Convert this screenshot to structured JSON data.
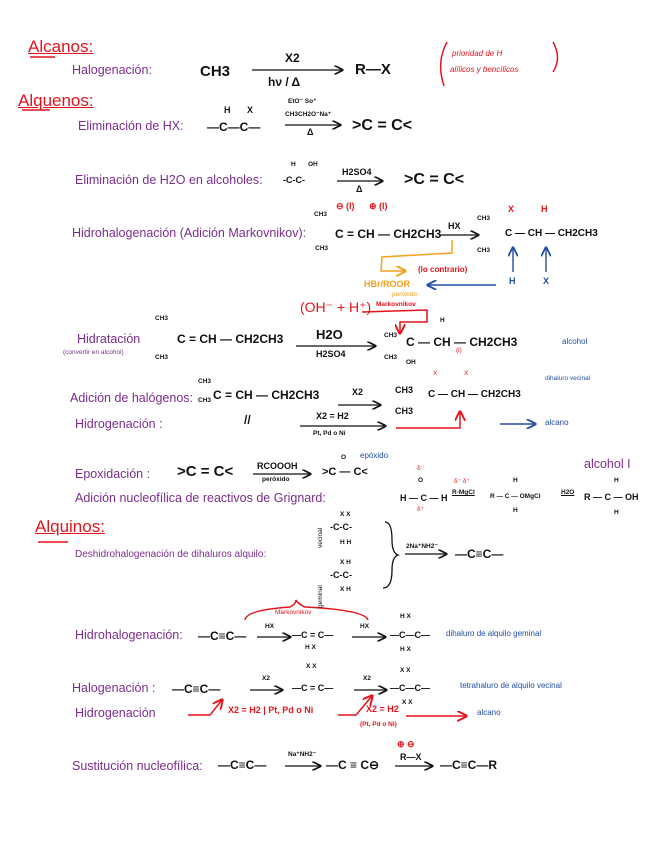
{
  "colors": {
    "heading": "#e3141c",
    "reaction_name": "#7b2d8e",
    "note": "#1f4fa3",
    "anti_markovnikov": "#f4a11e"
  },
  "alcanos": {
    "heading": "Alcanos:",
    "halogenacion": {
      "label": "Halogenación:",
      "reactant": "CH3",
      "reagent_top": "X2",
      "reagent_bottom": "hν / Δ",
      "product": "R—X",
      "note_line1": "prioridad de H",
      "note_line2": "alílicos y bencílicos"
    }
  },
  "alquenos": {
    "heading": "Alquenos:",
    "elim_hx": {
      "label": "Eliminación de HX:",
      "reactant": "—C—C—",
      "sub_h": "H",
      "sub_x": "X",
      "reagent_1": "EtO⁻ Sо⁺",
      "reagent_2": "CH3CH2O⁻Na⁺",
      "reagent_3": "Δ",
      "product": ">C = C<"
    },
    "elim_h2o": {
      "label": "Eliminación de H2O en alcoholes:",
      "reactant": "-C-C-",
      "sub_h": "H",
      "sub_oh": "OH",
      "reagent_top": "H2SO4",
      "reagent_bottom": "Δ",
      "product": ">C = C<"
    },
    "hidrohalogenacion": {
      "label": "Hidrohalogenación (Adición Markovnikov):",
      "ch3_top": "CH3",
      "ch3_bottom": "CH3",
      "reactant": "C = CH — CH2CH3",
      "charge_minus": "⊖ (l)",
      "charge_plus": "⊕ (l)",
      "reagent": "HX",
      "p_ch3_top": "CH3",
      "p_ch3_bottom": "CH3",
      "product": "C — CH — CH2CH3",
      "p_x": "X",
      "p_h": "H",
      "blue_h": "H",
      "blue_x": "X",
      "anti_reagent": "HBr/ROOR",
      "anti_sub": "peróxido",
      "anti_note": "(lo contrario)"
    },
    "hidratacion": {
      "label": "Hidratación",
      "sublabel": "(convertir en alcohol)",
      "acid_note": "(OH⁻ + H⁺)",
      "markov": "Markovnikov",
      "ch3_top": "CH3",
      "ch3_bottom": "CH3",
      "reactant": "C = CH — CH2CH3",
      "reagent_top": "H2O",
      "reagent_bottom": "H2SO4",
      "p_ch3_top": "CH3",
      "p_ch3_bottom": "CH3",
      "p_h": "H",
      "p_oh": "OH",
      "product": "C — CH — CH2CH3",
      "p_mark": "(l)",
      "note": "alcohol"
    },
    "adicion_halogenos": {
      "label": "Adición de halógenos:",
      "ch3_top": "CH3",
      "ch3_bottom": "CH3",
      "reactant": "C = CH — CH2CH3",
      "reagent": "X2",
      "p_ch3_top": "CH3",
      "p_ch3_bottom": "CH3",
      "product": "C — CH — CH2CH3",
      "p_x1": "X",
      "p_x2": "X",
      "note": "dihaluro vecinal"
    },
    "hidrogenacion": {
      "label": "Hidrogenación :",
      "same": "//",
      "reagent_top": "X2 = H2",
      "reagent_bottom": "Pt, Pd o Ni",
      "note": "alcano"
    },
    "epoxidacion": {
      "label": "Epoxidación :",
      "reactant": ">C = C<",
      "reagent_top": "RCOOOH",
      "reagent_bottom": "peróxido",
      "product": ">C — C<",
      "oxygen": "O",
      "note": "epóxido"
    },
    "grignard": {
      "label": "Adición nucleofílica de reactivos de Grignard:",
      "reactant": "H — C — H",
      "o": "O",
      "delta_minus": "δ⁻",
      "delta_plus": "δ⁺",
      "reagent": "R-MgCl",
      "reagent_delta": "δ⁻ δ⁺",
      "intermediate": "R — C — OMgCl",
      "int_h_top": "H",
      "int_h_bottom": "H",
      "reagent2": "H2O",
      "product": "R — C — OH",
      "prod_h_top": "H",
      "prod_h_bottom": "H",
      "note": "alcohol I"
    }
  },
  "alquinos": {
    "heading": "Alquinos:",
    "deshidro": {
      "label": "Deshidrohalogenación de dihaluros alquilo:",
      "vecinal_tag": "vecinal",
      "geminal_tag": "geminal",
      "vec_top": "X    X",
      "vec_mid": "-C-C-",
      "vec_bot": "H    H",
      "gem_top": "X    H",
      "gem_mid": "-C-C-",
      "gem_bot": "X    H",
      "reagent": "2Na⁺NH2⁻",
      "product": "—C≡C—"
    },
    "hidrohalogenacion": {
      "label": "Hidrohalogenación:",
      "markov": "Markovnikov",
      "reactant": "—C≡C—",
      "reagent1": "HX",
      "intermediate": "—C = C—",
      "int_sub": "H    X",
      "reagent2": "HX",
      "product": "—C—C—",
      "prod_top": "H    X",
      "prod_bot": "H    X",
      "note": "dihaluro de alquilo geminal"
    },
    "halogenacion": {
      "label": "Halogenación :",
      "reactant": "—C≡C—",
      "reagent1": "X2",
      "intermediate": "—C = C—",
      "int_top": "X    X",
      "reagent2": "X2",
      "product": "—C—C—",
      "prod_top": "X    X",
      "prod_bot": "X    X",
      "note": "tetrahaluro de alquilo vecinal"
    },
    "hidrogenacion": {
      "label": "Hidrogenación",
      "cond1": "X2 = H2 | Pt, Pd o Ni",
      "cond2": "X2 = H2",
      "cond2_sub": "(Pt, Pd o Ni)",
      "note": "alcano"
    },
    "sustitucion": {
      "label": "Sustitución nucleofílica:",
      "reactant": "—C≡C—",
      "reagent1": "Na⁺NH2⁻",
      "intermediate": "—C ≡ C⊖",
      "reagent2": "R—X",
      "reagent2_charges": "⊕    ⊖",
      "product": "—C≡C—R"
    }
  }
}
